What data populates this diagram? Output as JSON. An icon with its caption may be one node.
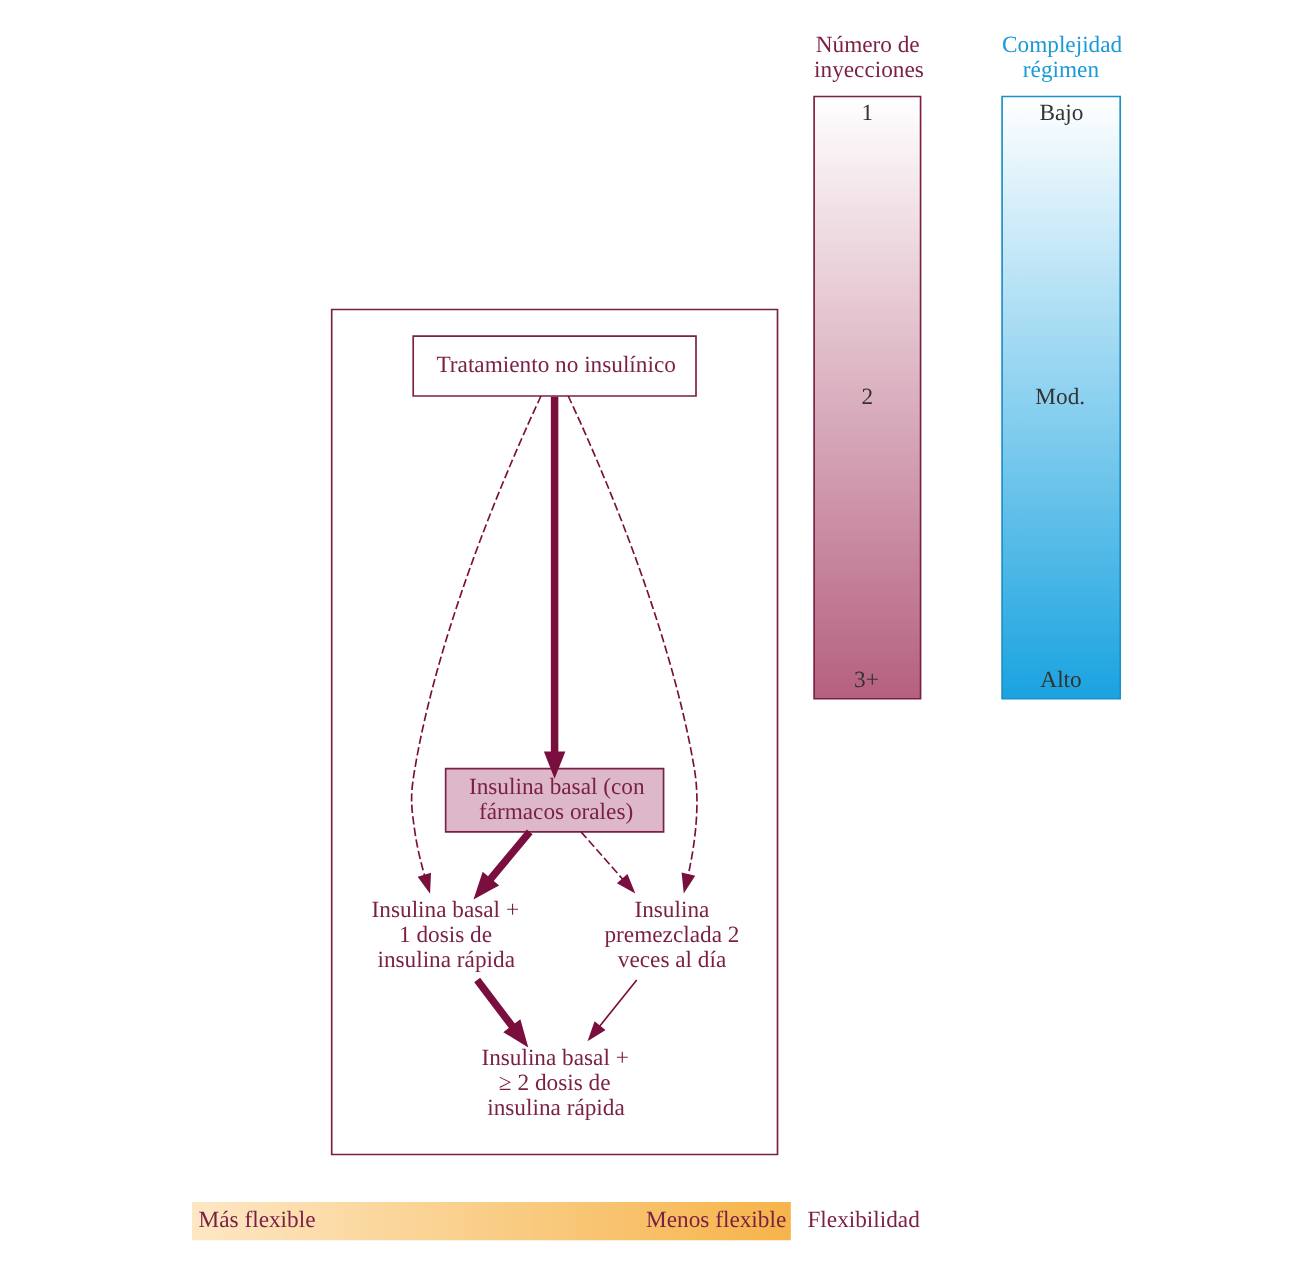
{
  "diagram": {
    "nodes": [
      {
        "text": [],
        "shape": "box"
      },
      {
        "text": [
          "Tratamiento no insulínico"
        ],
        "in": 0
      },
      {
        "text": [
          "Insulina basal (con fármacos orales)"
        ],
        "in": 0
      },
      {
        "text": [
          "Insulina basal + 1 dosis de insulina rápida"
        ],
        "in": 0
      },
      {
        "text": [
          "Insulina premezclada 2 veces al día"
        ],
        "in": 0
      },
      {
        "text": [
          "Insulina basal + ≥ 2 dosis de insulina rápida"
        ],
        "in": 0
      },
      {
        "text": [
          "Número de inyecciones",
          "1",
          "2",
          "3+"
        ]
      },
      {
        "text": [
          "Complejidad régimen",
          "Bajo",
          "Mod.",
          "Alto"
        ]
      },
      {
        "text": [
          "Más flexible",
          "Menos flexible"
        ],
        "beside": [
          "Flexibilidad"
        ]
      }
    ],
    "edges": [
      {
        "from": 1,
        "to": 2,
        "arrow": "to",
        "style": "thick"
      },
      {
        "from": 1,
        "to": 3,
        "arrow": "to",
        "style": "dashed"
      },
      {
        "from": 1,
        "to": 4,
        "arrow": "to",
        "style": "dashed"
      },
      {
        "from": 2,
        "to": 3,
        "arrow": "to",
        "style": "thick"
      },
      {
        "from": 2,
        "to": 4,
        "arrow": "to",
        "style": "dashed"
      },
      {
        "from": 3,
        "to": 5,
        "arrow": "to",
        "style": "thick"
      },
      {
        "from": 4,
        "to": 5,
        "arrow": "to"
      }
    ]
  }
}
